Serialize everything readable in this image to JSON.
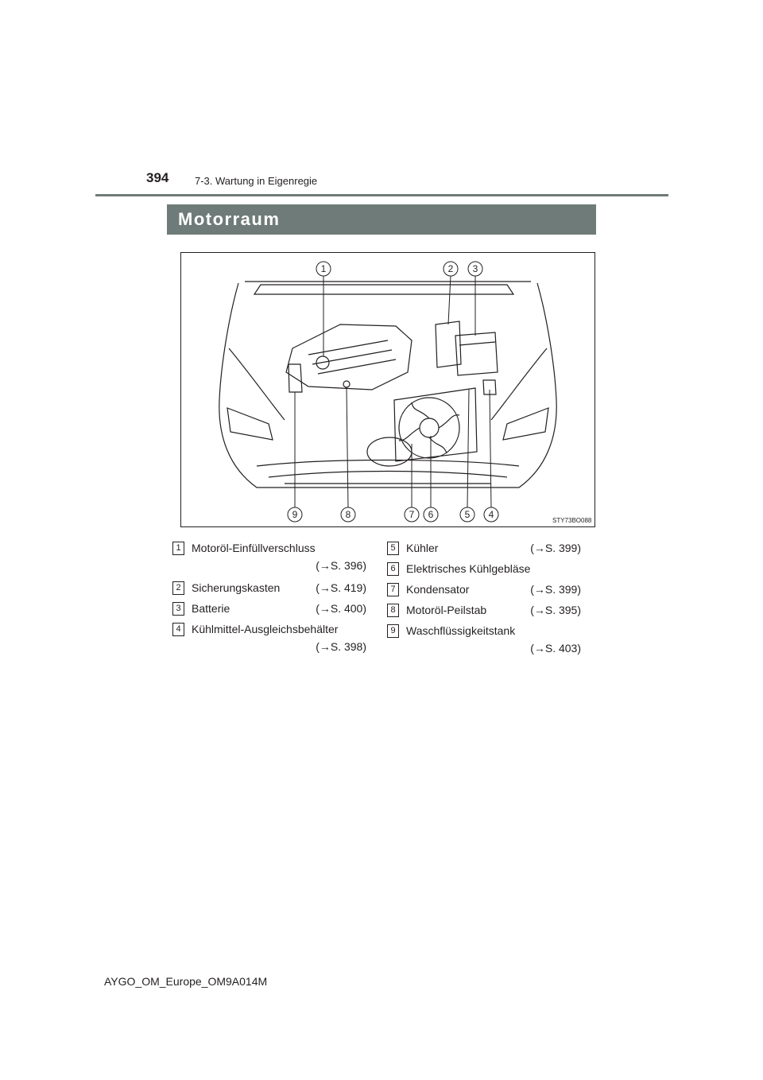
{
  "header": {
    "page_number": "394",
    "section": "7-3. Wartung in Eigenregie"
  },
  "title": "Motorraum",
  "figure": {
    "code": "STY73BO088",
    "callouts": [
      "1",
      "2",
      "3",
      "4",
      "5",
      "6",
      "7",
      "8",
      "9"
    ]
  },
  "legend": {
    "left": [
      {
        "num": "1",
        "label": "Motoröl-Einfüllverschluss",
        "ref": "(→S. 396)"
      },
      {
        "num": "2",
        "label": "Sicherungskasten",
        "ref": "(→S. 419)"
      },
      {
        "num": "3",
        "label": "Batterie",
        "ref": "(→S. 400)"
      },
      {
        "num": "4",
        "label": "Kühlmittel-Ausgleichsbehälter",
        "ref": "(→S. 398)"
      }
    ],
    "right": [
      {
        "num": "5",
        "label": "Kühler",
        "ref": "(→S. 399)"
      },
      {
        "num": "6",
        "label": "Elektrisches Kühlgebläse",
        "ref": ""
      },
      {
        "num": "7",
        "label": "Kondensator",
        "ref": "(→S. 399)"
      },
      {
        "num": "8",
        "label": "Motoröl-Peilstab",
        "ref": "(→S. 395)"
      },
      {
        "num": "9",
        "label": "Waschflüssigkeitstank",
        "ref": "(→S. 403)"
      }
    ]
  },
  "footer": "AYGO_OM_Europe_OM9A014M"
}
